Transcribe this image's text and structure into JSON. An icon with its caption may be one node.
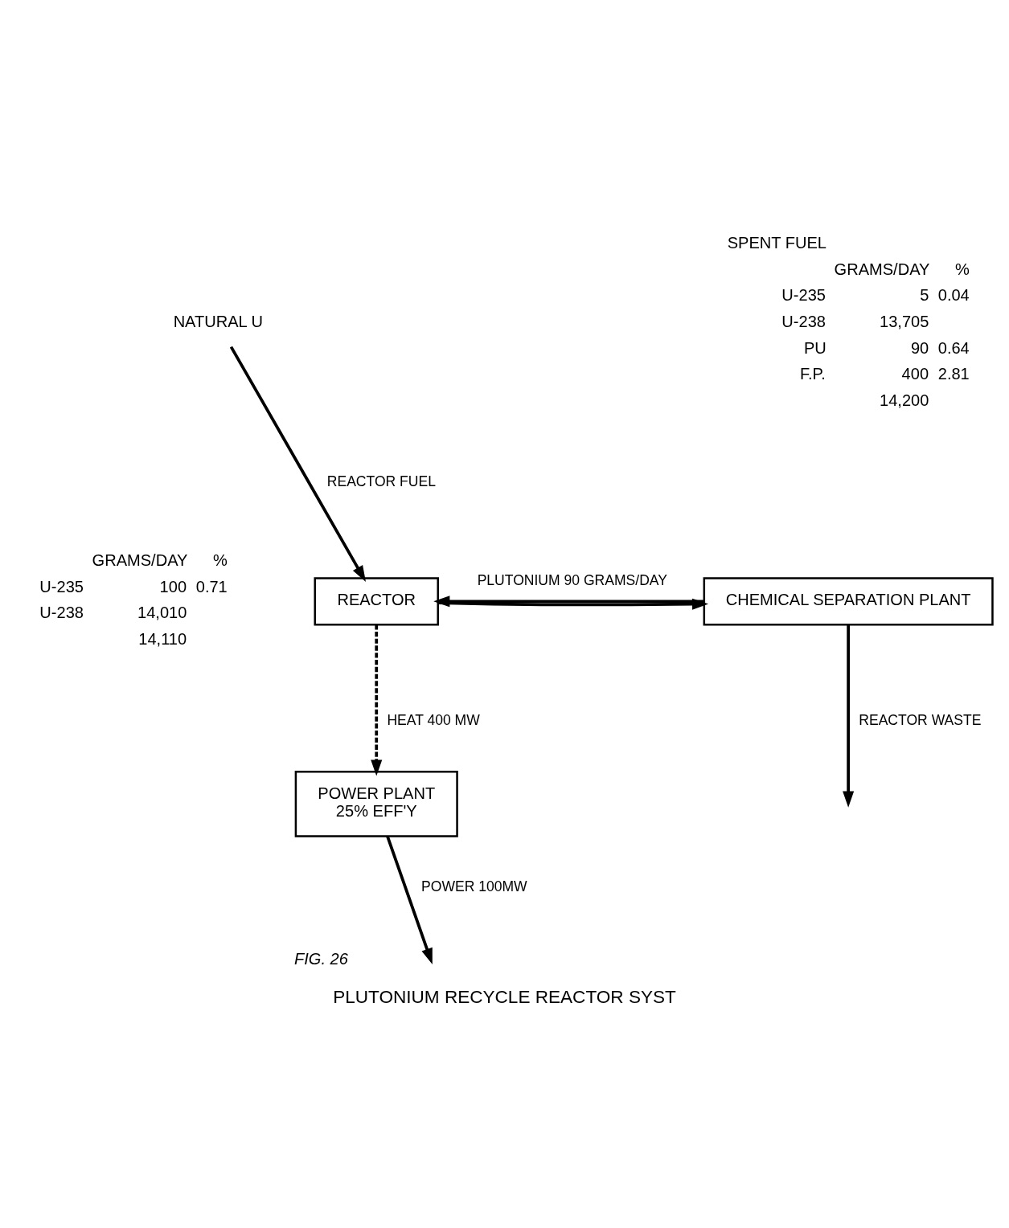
{
  "diagram": {
    "caption": "PLUTONIUM RECYCLE REACTOR SYST",
    "nodes": [
      {
        "text": [
          "REACTOR"
        ]
      },
      {
        "text": [
          "CHEMICAL SEPARATION PLANT"
        ]
      },
      {
        "text": [
          "POWER PLANT",
          "25% EFF'Y"
        ]
      },
      {
        "text": [
          "NATURAL U"
        ]
      }
    ],
    "edges": [
      {
        "from": 3,
        "to": 0,
        "arrow": "to",
        "label": "REACTOR FUEL"
      },
      {
        "from": 0,
        "to": 1,
        "arrow": "to"
      },
      {
        "from": 1,
        "to": 0,
        "arrow": "to",
        "label": "PLUTONIUM 90 GRAMS/DAY"
      },
      {
        "from": 0,
        "to": 2,
        "arrow": "to",
        "label": "HEAT 400 MW",
        "style": "dashed"
      },
      {
        "from": 2,
        "to": null,
        "arrow": "to",
        "label": "POWER 100MW"
      },
      {
        "from": 1,
        "to": null,
        "arrow": "to",
        "label": "REACTOR WASTE"
      }
    ],
    "labels": [
      "SPENT FUEL",
      "GRAMS/DAY",
      "%",
      "U-235",
      "5",
      "0.04",
      "U-238",
      "13,705",
      "PU",
      "90",
      "0.64",
      "F.P.",
      "400",
      "2.81",
      "14,200",
      "GRAMS/DAY",
      "%",
      "U-235",
      "100",
      "0.71",
      "U-238",
      "14,010",
      "14,110",
      "FIG. 26"
    ]
  }
}
